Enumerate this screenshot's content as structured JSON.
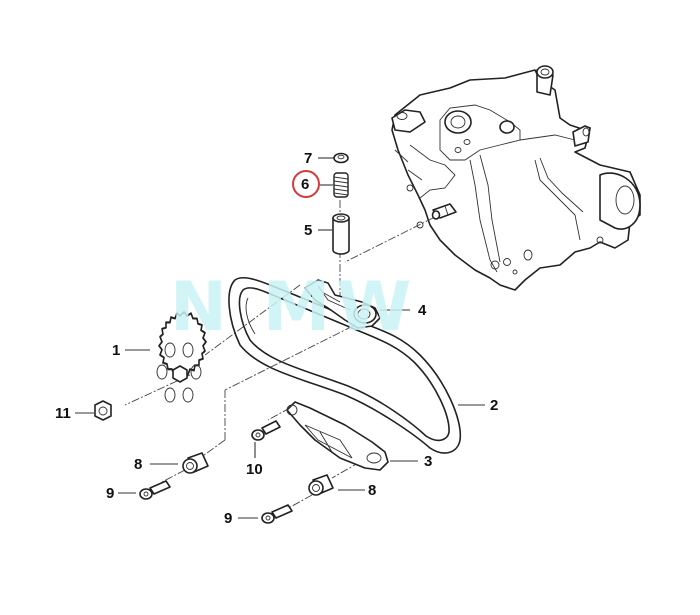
{
  "diagram": {
    "type": "exploded parts diagram",
    "subject": "oil pump with drive chain assembly",
    "watermark": "N MW",
    "highlight": {
      "part": "6",
      "color": "#d43a3a"
    },
    "callouts": [
      {
        "id": "1",
        "part": "sprocket"
      },
      {
        "id": "2",
        "part": "chain"
      },
      {
        "id": "3",
        "part": "chain tensioner rail"
      },
      {
        "id": "4",
        "part": "chain guide"
      },
      {
        "id": "5",
        "part": "bushing / sleeve"
      },
      {
        "id": "6",
        "part": "spring"
      },
      {
        "id": "7",
        "part": "washer / plug"
      },
      {
        "id": "8a",
        "label": "8",
        "part": "sleeve (left)"
      },
      {
        "id": "8b",
        "label": "8",
        "part": "sleeve (right)"
      },
      {
        "id": "9a",
        "label": "9",
        "part": "socket head bolt (left)"
      },
      {
        "id": "9b",
        "label": "9",
        "part": "socket head bolt (bottom)"
      },
      {
        "id": "10",
        "part": "socket head bolt"
      },
      {
        "id": "11",
        "part": "hex nut"
      }
    ]
  }
}
